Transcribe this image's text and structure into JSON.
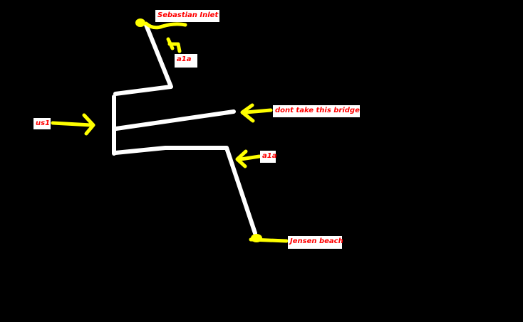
{
  "colors": {
    "background": "#000000",
    "road": "#ffffff",
    "marker": "#ffff00",
    "label_text": "#ff0000",
    "label_background": "#ffffff"
  },
  "labels": {
    "sebastian_inlet": "Sebastian Inlet",
    "a1a_top": "a1a",
    "dont_take_bridge": "dont take this bridge",
    "us1": "us1",
    "a1a_mid": "a1a",
    "jensen_beach": "Jensen beach"
  }
}
